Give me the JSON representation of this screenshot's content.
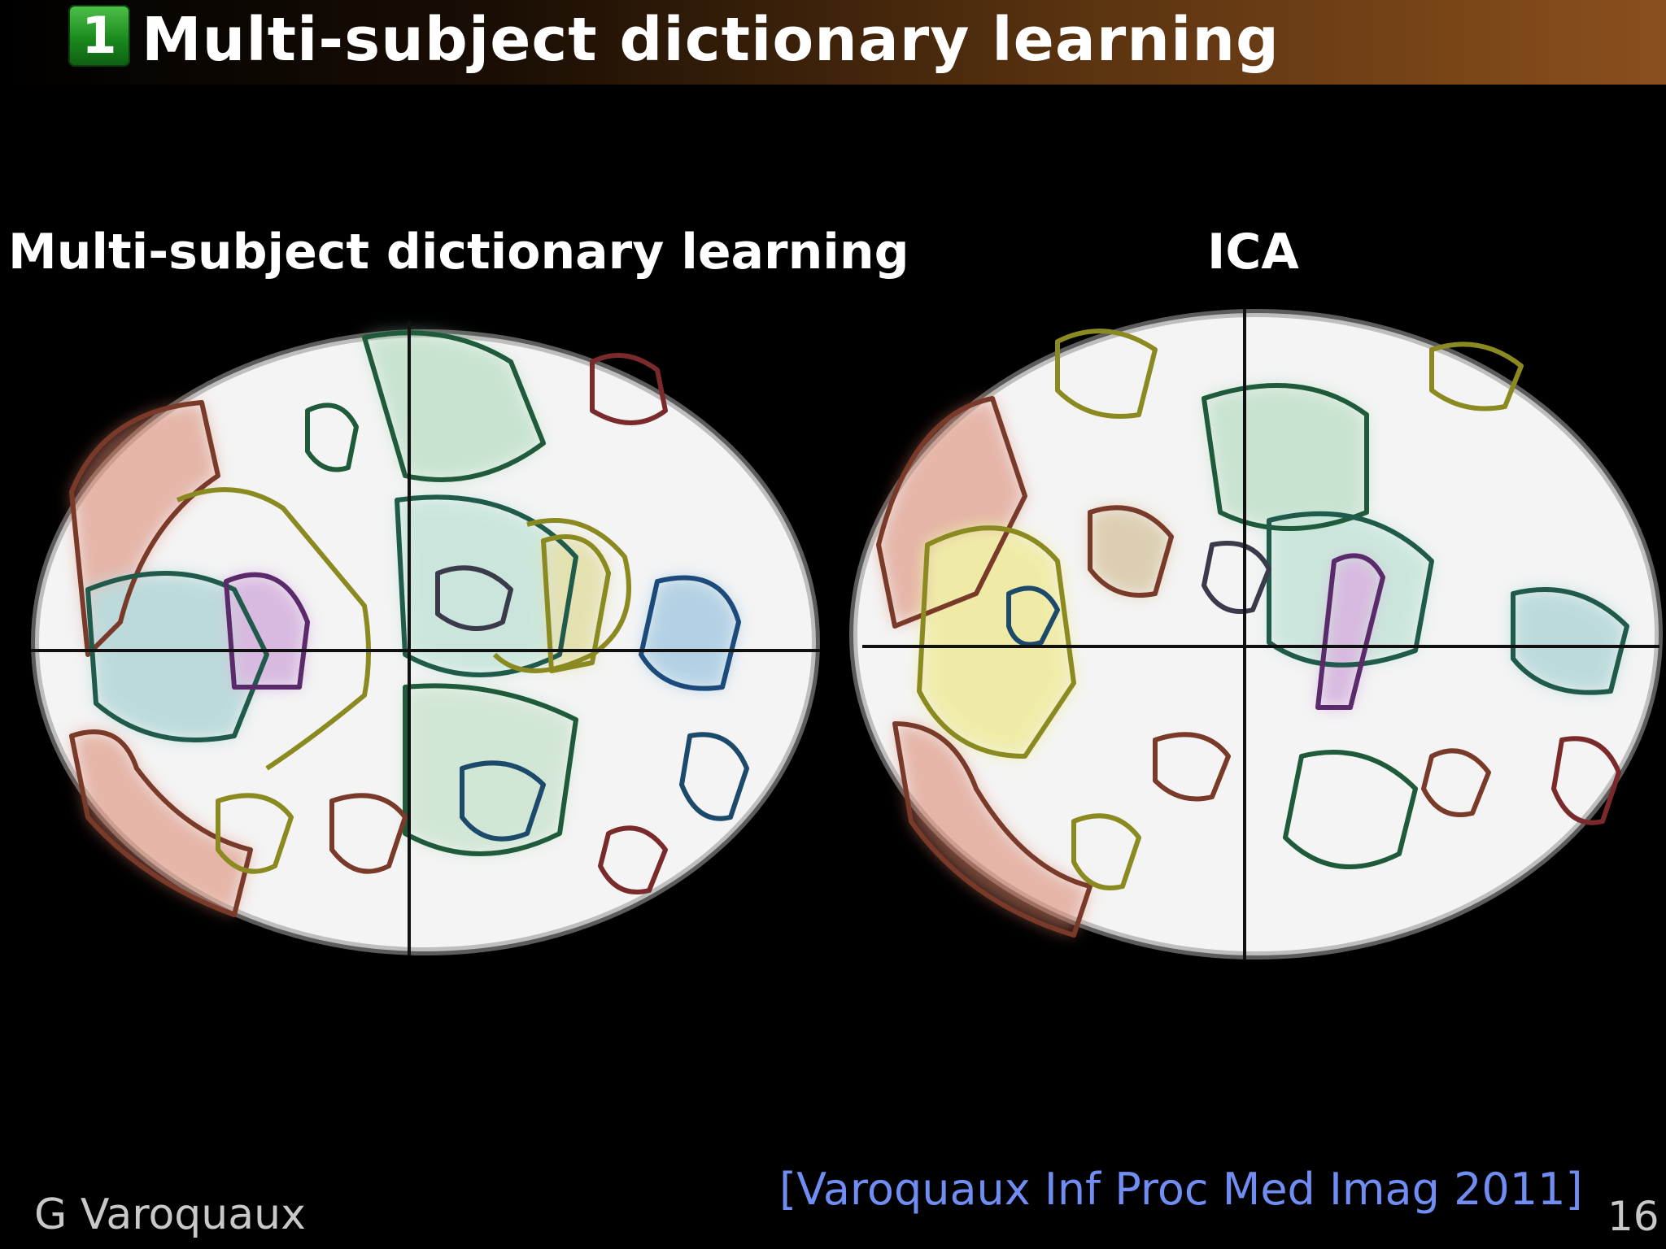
{
  "header": {
    "section_number": "1",
    "title": "Multi-subject dictionary learning"
  },
  "panels": {
    "left_title": "Multi-subject dictionary learning",
    "right_title": "ICA"
  },
  "footer": {
    "citation": "[Varoquaux Inf Proc Med Imag 2011]",
    "author": "G Varoquaux",
    "page_number": "16"
  },
  "colors": {
    "header_accent": "#8a4f1d",
    "badge_green": "#1b8a1e",
    "citation_blue": "#6f8df2"
  }
}
